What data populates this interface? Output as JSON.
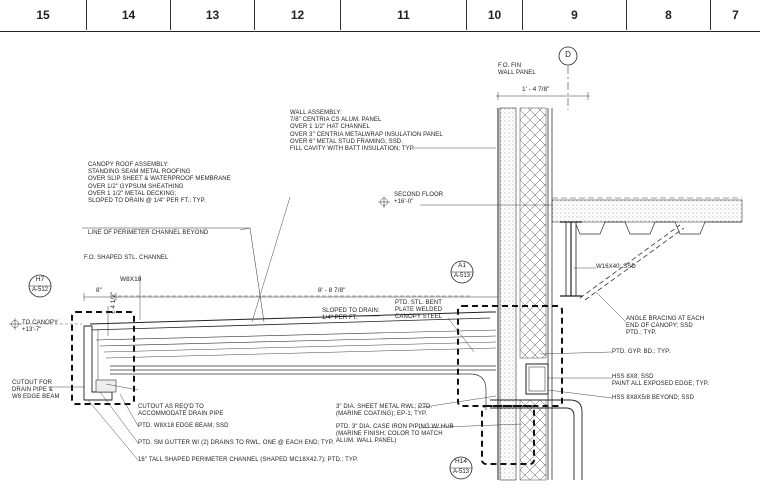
{
  "grid_numbers": [
    "15",
    "14",
    "13",
    "12",
    "11",
    "10",
    "9",
    "8",
    "7"
  ],
  "gridline_d": "D",
  "fo_fin": "F.O. FIN\nWALL PANEL",
  "dim_wall": "1' - 4 7/8\"",
  "wall_assembly": "WALL ASSEMBLY:\n7/8\" CENTRIA CS ALUM. PANEL\nOVER 1 1/2\" HAT CHANNEL\nOVER 3\" CENTRIA METALWRAP INSULATION PANEL\nOVER 6\" METAL STUD FRAMING; SSD.\nFILL CAVITY WITH BATT INSULATION; TYP.",
  "canopy_roof": "CANOPY ROOF ASSEMBLY:\nSTANDING SEAM METAL ROOFING\nOVER SLIP SHEET & WATERPROOF MEMBRANE\nOVER 1/2\" GYPSUM SHEATHING\nOVER 1 1/2\" METAL DECKING;\nSLOPED TO DRAIN @ 1/4\" PER FT.; TYP.",
  "second_floor": "SECOND FLOOR\n+16'-0\"",
  "perimeter_beyond": "LINE OF PERIMETER CHANNEL BEYOND",
  "fo_shaped": "F.O. SHAPED STL. CHANNEL",
  "w8x18": "W8X18",
  "dim_8": "8\"",
  "dim_span": "8' - 8 7/8\"",
  "dim_vert": "± 4 1/2\"",
  "w16": "W16X40; SSD",
  "ptd_stl": "PTD. STL. BENT\nPLATE WELDED\nCANOPY STEEL",
  "sloped": "SLOPED TO DRAIN:\n1/4\" PER FT.",
  "angle_bracing": "ANGLE BRACING AT EACH\nEND OF CANOPY; SSD\nPTD.; TYP.",
  "to_canopy": "TO CANOPY\n+13'-7\"",
  "cutout_drain": "CUTOUT FOR\nDRAIN PIPE &\nW8 EDGE BEAM",
  "ptd_gyp": "PTD. GYP. BD.; TYP.",
  "hss88": "HSS 8X8; SSD\nPAINT ALL EXPOSED EDGE; TYP.",
  "hss8": "HSS 8X8X5/8 BEYOND; SSD",
  "cutout_req": "CUTOUT AS REQ'D TO\nACCOMMODATE DRAIN PIPE",
  "edge_beam": "PTD. W8X18 EDGE BEAM; SSD",
  "sm_gutter": "PTD. SM GUTTER W/ (2) DRAINS TO RWL, ONE @ EACH END; TYP.",
  "perimeter_channel": "16\" TALL SHAPED PERIMETER CHANNEL (SHAPED MC18X42.7); PTD.; TYP.",
  "rwl": "3\" DIA. SHEET METAL RWL; PTD.\n(MARINE COATING); EP-1; TYP.",
  "cast_iron": "PTD. 3\" DIA. CASE IRON PIPING W/ HUB\n(MARINE FINISH; COLOR TO MATCH\nALUM. WALL PANEL)",
  "tags": [
    {
      "id": "h7",
      "top": "H7",
      "bottom": "A-512"
    },
    {
      "id": "a1",
      "top": "A1",
      "bottom": "A-513"
    },
    {
      "id": "h14",
      "top": "H14",
      "bottom": "A-513"
    }
  ]
}
